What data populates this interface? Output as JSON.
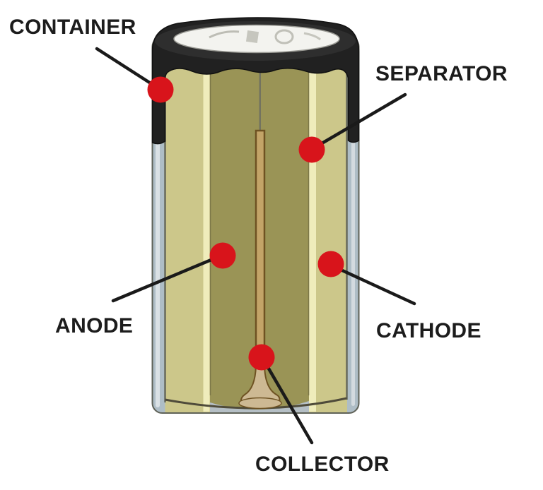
{
  "diagram": {
    "subject": "Cutaway diagram of a cylindrical battery cell",
    "labels": {
      "container": "CONTAINER",
      "separator": "SEPARATOR",
      "anode": "ANODE",
      "cathode": "CATHODE",
      "collector": "COLLECTOR"
    },
    "colors": {
      "marker_red": "#d8141b",
      "line_black": "#1a1a1a",
      "text_black": "#1c1c1c",
      "cap_black": "#212121",
      "cap_rim": "#2e2e2e",
      "top_white": "#f3f3ef",
      "container_gray": "#aebdc6",
      "container_highlight": "#e2e7ea",
      "cathode_khaki": "#ccc78a",
      "separator_pale": "#efecbb",
      "anode_olive": "#9a9456",
      "collector_brown": "#c3a468",
      "collector_edge": "#6e5222",
      "collector_base_tan": "#cdb993",
      "inner_shadow_gray": "#b5bfc5"
    }
  }
}
